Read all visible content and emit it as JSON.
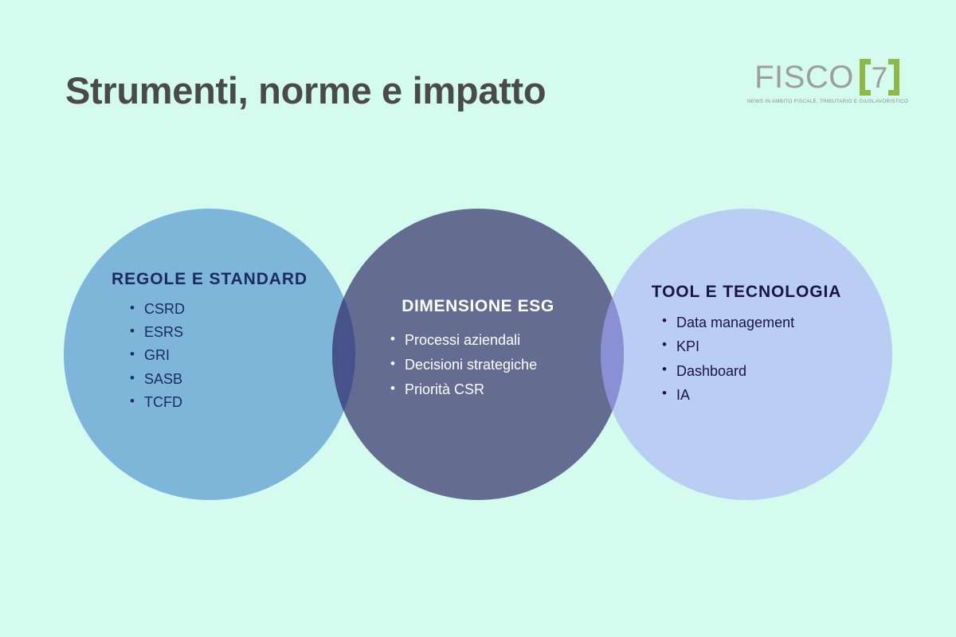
{
  "page": {
    "title": "Strumenti, norme e impatto",
    "background_color": "#d3fbee",
    "title_color": "#4a4a4a"
  },
  "logo": {
    "word": "FISCO",
    "number": "7",
    "tagline": "NEWS IN AMBITO FISCALE, TRIBUTARIO E GIUSLAVORISTICO",
    "word_color": "#9e9e9e",
    "bracket_color": "#8cba44"
  },
  "diagram": {
    "type": "venn",
    "overlap_left_color": "#47528a",
    "overlap_right_color": "#8b90d4",
    "groups": [
      {
        "id": "regole-e-standard",
        "title": "REGOLE E STANDARD",
        "fill_color": "#7db6d8",
        "text_color": "#1b2a63",
        "items": [
          "CSRD",
          "ESRS",
          "GRI",
          "SASB",
          "TCFD"
        ]
      },
      {
        "id": "dimensione-esg",
        "title": "DIMENSIONE ESG",
        "fill_color": "#646c92",
        "text_color": "#ffffff",
        "items": [
          "Processi aziendali",
          "Decisioni strategiche",
          "Priorità CSR"
        ]
      },
      {
        "id": "tool-e-tecnologia",
        "title": "TOOL E TECNOLOGIA",
        "fill_color": "#bacdf3",
        "text_color": "#1b1347",
        "items": [
          "Data management",
          "KPI",
          "Dashboard",
          "IA"
        ]
      }
    ]
  }
}
